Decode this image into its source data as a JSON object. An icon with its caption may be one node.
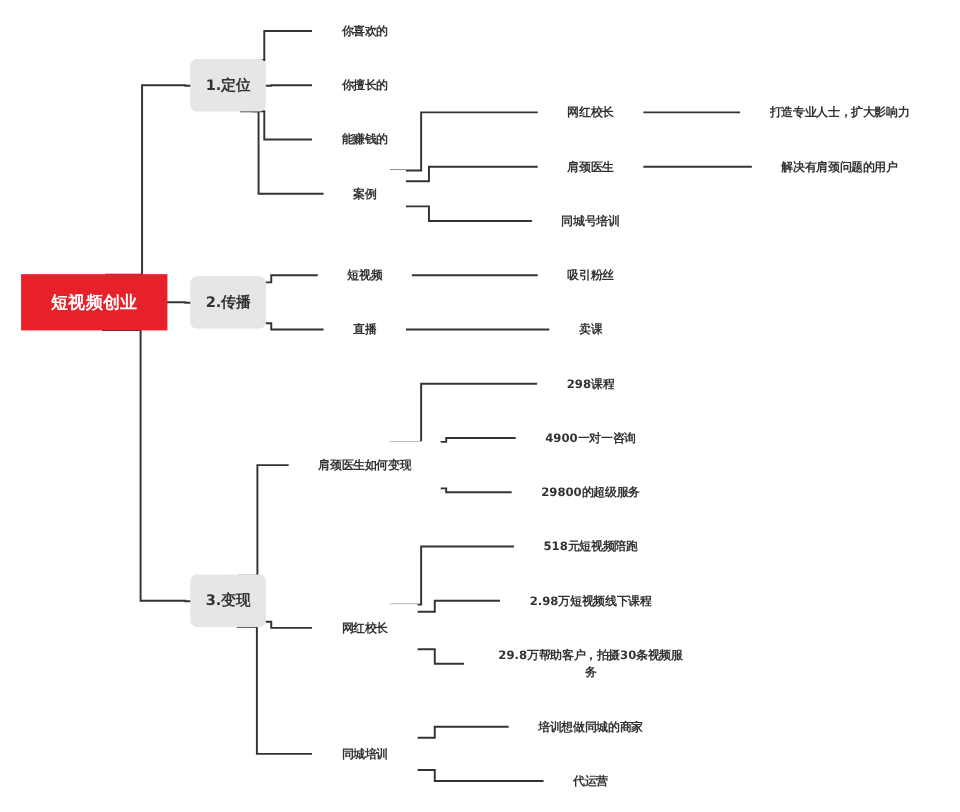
{
  "diagram": {
    "nodes": [
      {
        "text": [
          "短视频创业"
        ]
      },
      {
        "text": [
          "1.定位"
        ]
      },
      {
        "text": [
          "你喜欢的"
        ]
      },
      {
        "text": [
          "你擅长的"
        ]
      },
      {
        "text": [
          "能赚钱的"
        ]
      },
      {
        "text": [
          "案例"
        ]
      },
      {
        "text": [
          "网红校长"
        ]
      },
      {
        "text": [
          "打造专业人士，扩大影响力"
        ]
      },
      {
        "text": [
          "肩颈医生"
        ]
      },
      {
        "text": [
          "解决有肩颈问题的用户"
        ]
      },
      {
        "text": [
          "同城号培训"
        ]
      },
      {
        "text": [
          "2.传播"
        ]
      },
      {
        "text": [
          "短视频"
        ]
      },
      {
        "text": [
          "吸引粉丝"
        ]
      },
      {
        "text": [
          "直播"
        ]
      },
      {
        "text": [
          "卖课"
        ]
      },
      {
        "text": [
          "3.变现"
        ]
      },
      {
        "text": [
          "肩颈医生如何变现"
        ]
      },
      {
        "text": [
          "298课程"
        ]
      },
      {
        "text": [
          "4900一对一咨询"
        ]
      },
      {
        "text": [
          "29800的超级服务"
        ]
      },
      {
        "text": [
          "网红校长"
        ]
      },
      {
        "text": [
          "518元短视频陪跑"
        ]
      },
      {
        "text": [
          "2.98万短视频线下课程"
        ]
      },
      {
        "text": [
          "29.8万帮助客户，拍摄30条视频服务"
        ]
      },
      {
        "text": [
          "同城培训"
        ]
      },
      {
        "text": [
          "培训想做同城的商家"
        ]
      },
      {
        "text": [
          "代运营"
        ]
      }
    ],
    "edges": [
      {
        "from": 0,
        "to": 1,
        "arrow": "none"
      },
      {
        "from": 1,
        "to": 2,
        "arrow": "none"
      },
      {
        "from": 1,
        "to": 3,
        "arrow": "none"
      },
      {
        "from": 1,
        "to": 4,
        "arrow": "none"
      },
      {
        "from": 1,
        "to": 5,
        "arrow": "none"
      },
      {
        "from": 5,
        "to": 6,
        "arrow": "none"
      },
      {
        "from": 6,
        "to": 7,
        "arrow": "none"
      },
      {
        "from": 5,
        "to": 8,
        "arrow": "none"
      },
      {
        "from": 8,
        "to": 9,
        "arrow": "none"
      },
      {
        "from": 5,
        "to": 10,
        "arrow": "none"
      },
      {
        "from": 0,
        "to": 11,
        "arrow": "none"
      },
      {
        "from": 11,
        "to": 12,
        "arrow": "none"
      },
      {
        "from": 12,
        "to": 13,
        "arrow": "none"
      },
      {
        "from": 11,
        "to": 14,
        "arrow": "none"
      },
      {
        "from": 14,
        "to": 15,
        "arrow": "none"
      },
      {
        "from": 0,
        "to": 16,
        "arrow": "none"
      },
      {
        "from": 16,
        "to": 17,
        "arrow": "none"
      },
      {
        "from": 17,
        "to": 18,
        "arrow": "none"
      },
      {
        "from": 17,
        "to": 19,
        "arrow": "none"
      },
      {
        "from": 17,
        "to": 20,
        "arrow": "none"
      },
      {
        "from": 16,
        "to": 21,
        "arrow": "none"
      },
      {
        "from": 21,
        "to": 22,
        "arrow": "none"
      },
      {
        "from": 21,
        "to": 23,
        "arrow": "none"
      },
      {
        "from": 21,
        "to": 24,
        "arrow": "none"
      },
      {
        "from": 16,
        "to": 25,
        "arrow": "none"
      },
      {
        "from": 25,
        "to": 26,
        "arrow": "none"
      },
      {
        "from": 25,
        "to": 27,
        "arrow": "none"
      }
    ]
  }
}
